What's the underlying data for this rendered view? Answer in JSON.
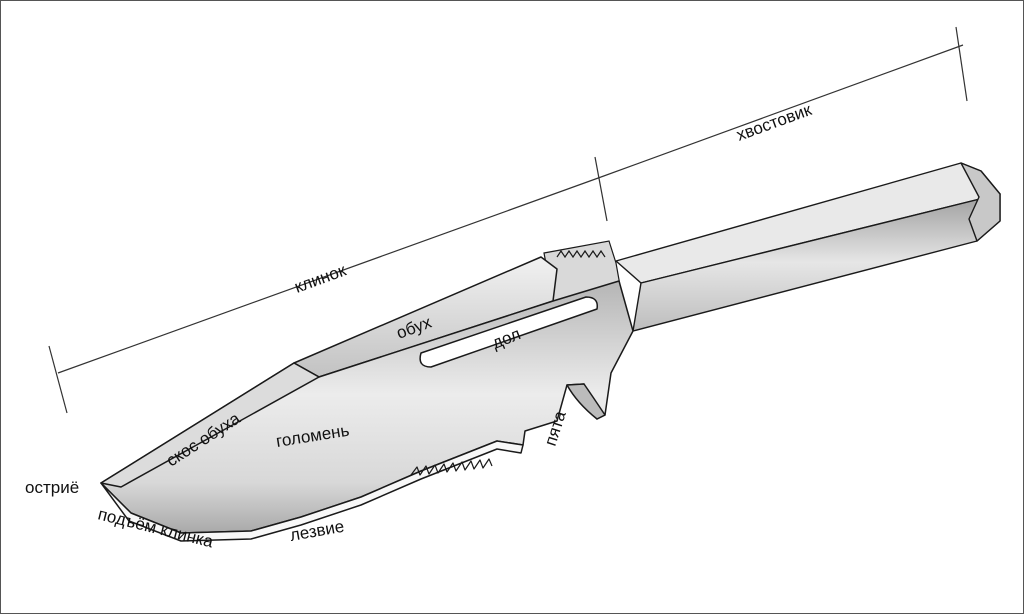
{
  "diagram": {
    "labels": {
      "tip": "остриё",
      "belly": "подъём клинка",
      "edge": "лезвие",
      "false_edge": "скос обуха",
      "flat": "голомень",
      "spine": "обух",
      "fuller": "дол",
      "ricasso": "пята",
      "blade": "клинок",
      "tang": "хвостовик"
    },
    "colors": {
      "outline": "#1a1a1a",
      "metal_light": "#f4f4f4",
      "metal_mid": "#cfcfcf",
      "metal_dark": "#9a9a9a"
    }
  }
}
